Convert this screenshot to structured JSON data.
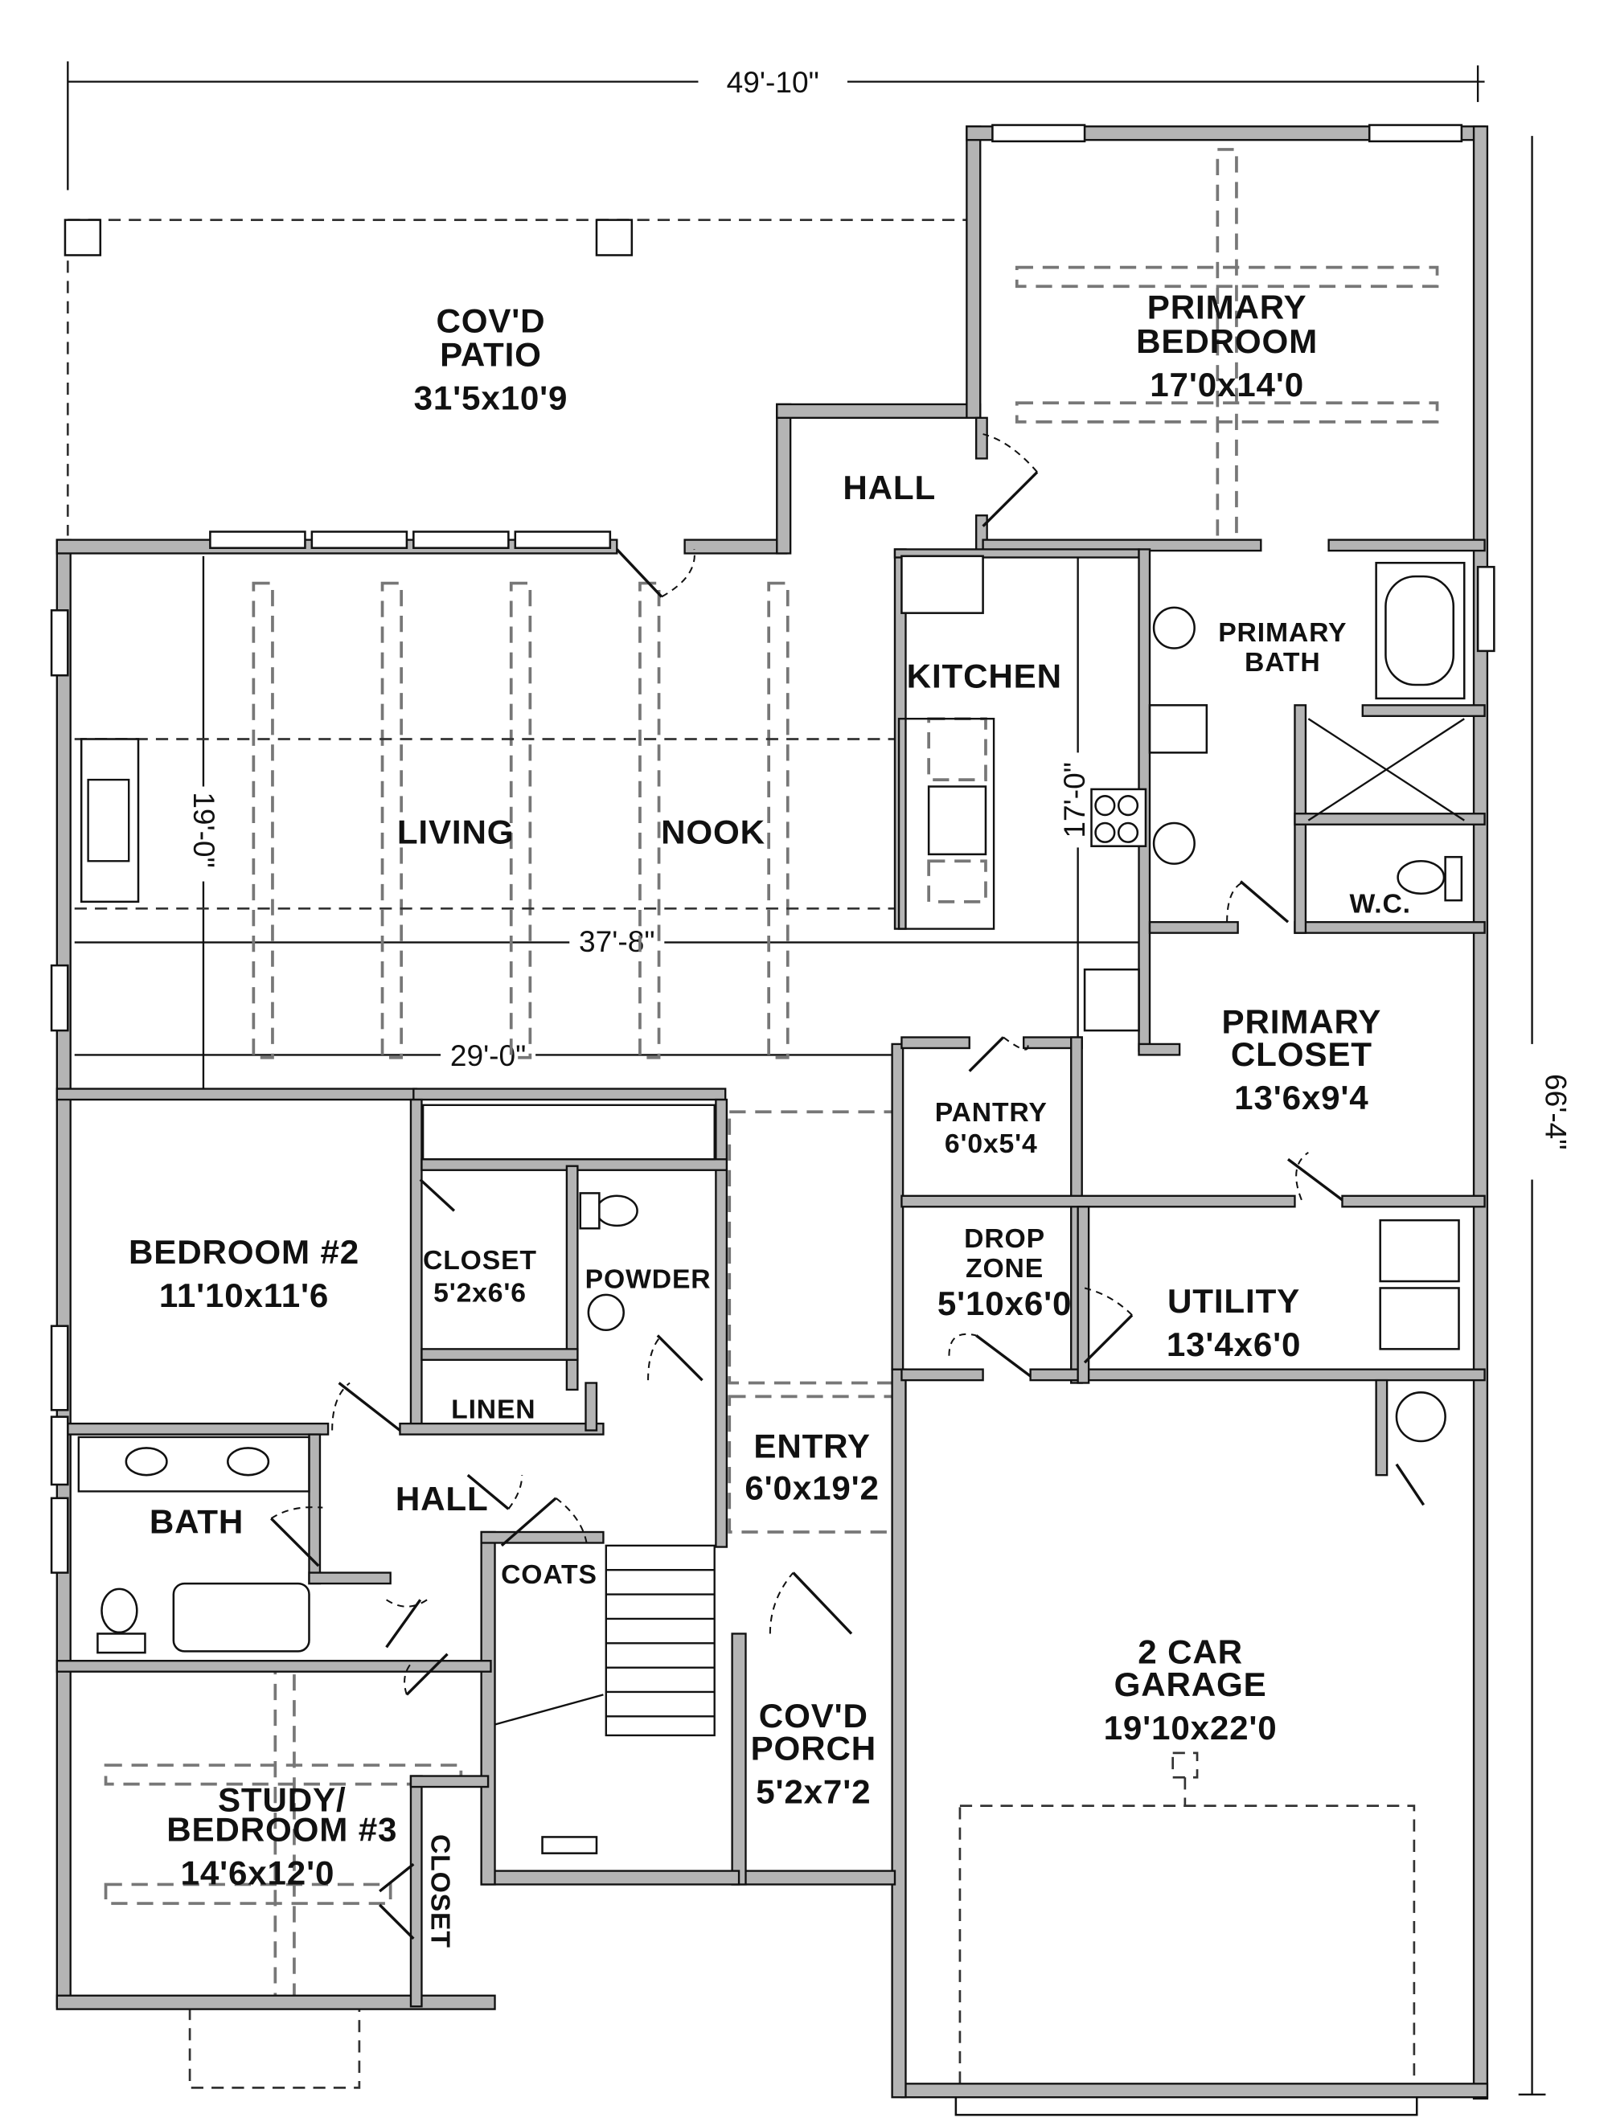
{
  "dimensions": {
    "overall_width": "49'-10\"",
    "overall_depth": "66'-4\"",
    "living_span": "37'-8\"",
    "living_width": "29'-0\"",
    "living_depth": "19'-0\"",
    "kitchen_depth": "17'-0\""
  },
  "rooms": {
    "patio": {
      "line1": "COV'D",
      "line2": "PATIO",
      "size": "31'5x10'9"
    },
    "primary_bedroom": {
      "line1": "PRIMARY",
      "line2": "BEDROOM",
      "size": "17'0x14'0"
    },
    "hall_upper": {
      "line1": "HALL"
    },
    "kitchen": {
      "line1": "KITCHEN"
    },
    "primary_bath": {
      "line1": "PRIMARY",
      "line2": "BATH"
    },
    "living": {
      "line1": "LIVING"
    },
    "nook": {
      "line1": "NOOK"
    },
    "wc": {
      "line1": "W.C."
    },
    "primary_closet": {
      "line1": "PRIMARY",
      "line2": "CLOSET",
      "size": "13'6x9'4"
    },
    "pantry": {
      "line1": "PANTRY",
      "size": "6'0x5'4"
    },
    "bedroom2": {
      "line1": "BEDROOM #2",
      "size": "11'10x11'6"
    },
    "closet_b2": {
      "line1": "CLOSET",
      "size": "5'2x6'6"
    },
    "powder": {
      "line1": "POWDER"
    },
    "drop_zone": {
      "line1": "DROP",
      "line2": "ZONE",
      "size": "5'10x6'0"
    },
    "utility": {
      "line1": "UTILITY",
      "size": "13'4x6'0"
    },
    "linen": {
      "line1": "LINEN"
    },
    "entry": {
      "line1": "ENTRY",
      "size": "6'0x19'2"
    },
    "hall_lower": {
      "line1": "HALL"
    },
    "bath": {
      "line1": "BATH"
    },
    "coats": {
      "line1": "COATS"
    },
    "garage": {
      "line1": "2 CAR",
      "line2": "GARAGE",
      "size": "19'10x22'0"
    },
    "porch": {
      "line1": "COV'D",
      "line2": "PORCH",
      "size": "5'2x7'2"
    },
    "study": {
      "line1": "STUDY/",
      "line2": "BEDROOM #3",
      "size": "14'6x12'0"
    },
    "closet_study": {
      "line1": "CLOSET"
    }
  }
}
